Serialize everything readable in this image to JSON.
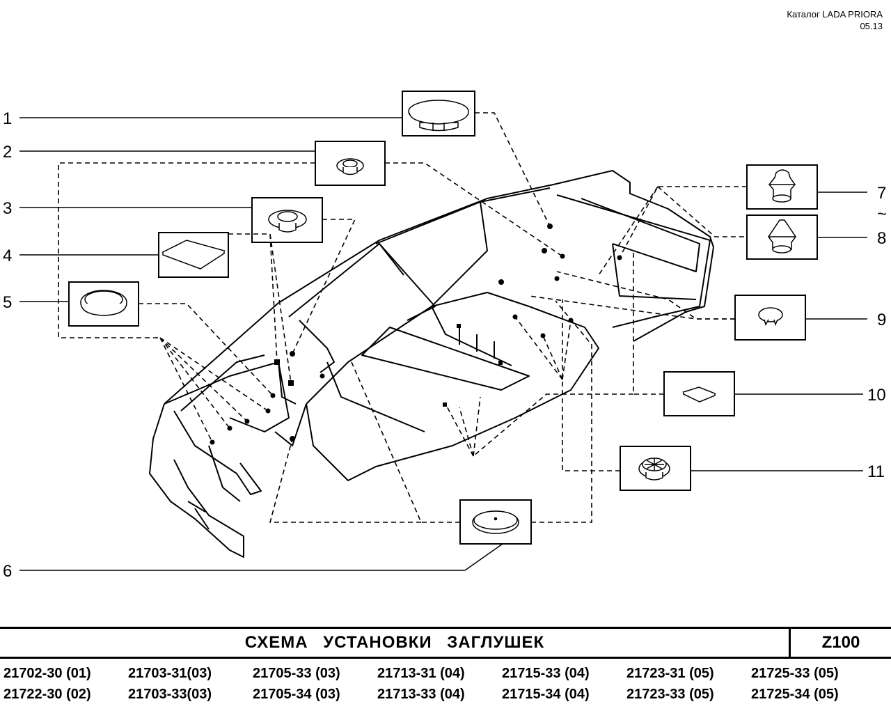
{
  "header": {
    "catalog": "Каталог  LADA  PRIORA",
    "date": "05.13"
  },
  "callouts": [
    "1",
    "2",
    "3",
    "4",
    "5",
    "6",
    "7",
    "~",
    "8",
    "9",
    "10",
    "11"
  ],
  "title": "СХЕМА   УСТАНОВКИ   ЗАГЛУШЕК",
  "page_code": "Z100",
  "models": [
    [
      "21702-30 (01)",
      "21722-30 (02)"
    ],
    [
      "21703-31(03)",
      "21703-33(03)"
    ],
    [
      "21705-33 (03)",
      "21705-34 (03)"
    ],
    [
      "21713-31 (04)",
      "21713-33 (04)"
    ],
    [
      "21715-33 (04)",
      "21715-34 (04)"
    ],
    [
      "21723-31 (05)",
      "21723-33 (05)"
    ],
    [
      "21725-33 (05)",
      "21725-34 (05)"
    ]
  ]
}
